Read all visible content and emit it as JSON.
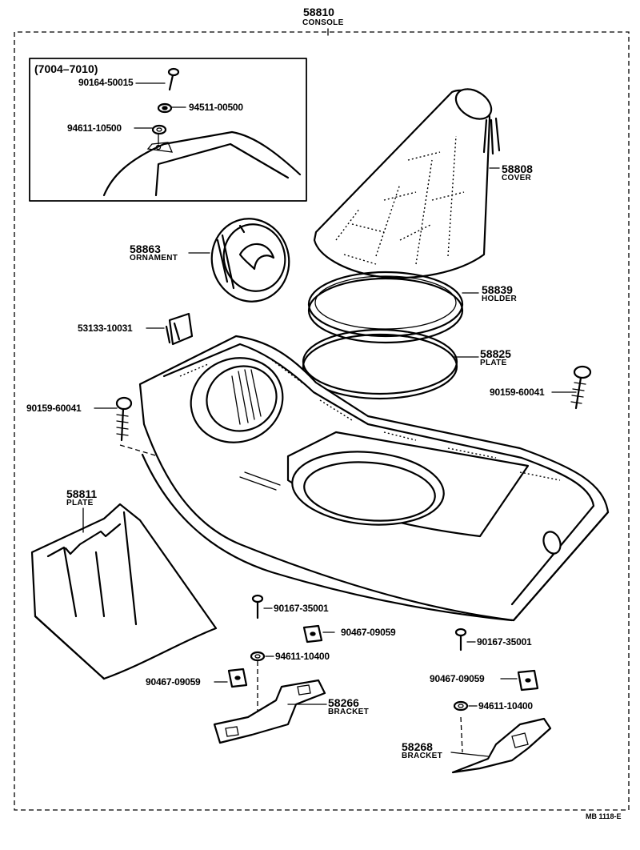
{
  "diagram": {
    "top_part": {
      "number": "58810",
      "name": "CONSOLE"
    },
    "inset": {
      "range": "(7004–7010)"
    },
    "callouts": [
      {
        "number": "90164-50015"
      },
      {
        "number": "94511-00500"
      },
      {
        "number": "94611-10500"
      },
      {
        "number": "58808",
        "name": "COVER"
      },
      {
        "number": "58863",
        "name": "ORNAMENT"
      },
      {
        "number": "58839",
        "name": "HOLDER"
      },
      {
        "number": "53133-10031"
      },
      {
        "number": "58825",
        "name": "PLATE"
      },
      {
        "number": "90159-60041"
      },
      {
        "number": "90159-60041"
      },
      {
        "number": "58811",
        "name": "PLATE"
      },
      {
        "number": "90167-35001"
      },
      {
        "number": "90467-09059"
      },
      {
        "number": "90167-35001"
      },
      {
        "number": "94611-10400"
      },
      {
        "number": "90467-09059"
      },
      {
        "number": "90467-09059"
      },
      {
        "number": "58266",
        "name": "BRACKET"
      },
      {
        "number": "94611-10400"
      },
      {
        "number": "58268",
        "name": "BRACKET"
      }
    ],
    "figure_code": "MB 1118-E"
  }
}
